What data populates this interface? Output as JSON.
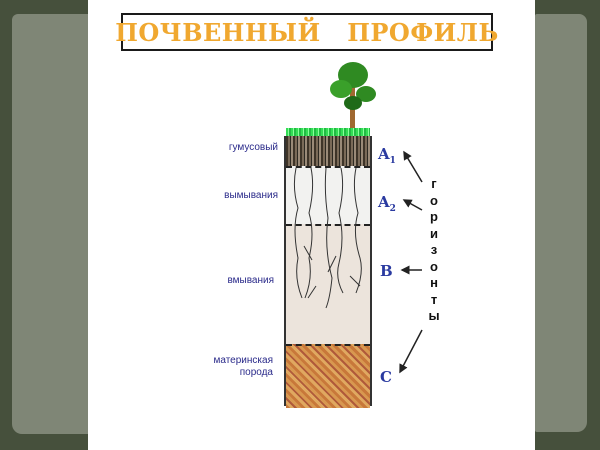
{
  "slide": {
    "title": "ПОЧВЕННЫЙ   ПРОФИЛЬ",
    "title_color": "#f0a830",
    "label_color": "#2a2a8a",
    "horizon_color": "#2a3aa0"
  },
  "diagram": {
    "layers": [
      {
        "name": "гумусовый",
        "horizon": "A",
        "sub": "1"
      },
      {
        "name": "вымывания",
        "horizon": "A",
        "sub": "2"
      },
      {
        "name": "вмывания",
        "horizon": "B",
        "sub": ""
      },
      {
        "name": "материнская порода",
        "horizon": "C",
        "sub": ""
      }
    ],
    "vertical_label": "ГОРИЗОНТЫ",
    "vertical_letters": [
      "г",
      "о",
      "р",
      "и",
      "з",
      "о",
      "н",
      "т",
      "ы"
    ]
  }
}
